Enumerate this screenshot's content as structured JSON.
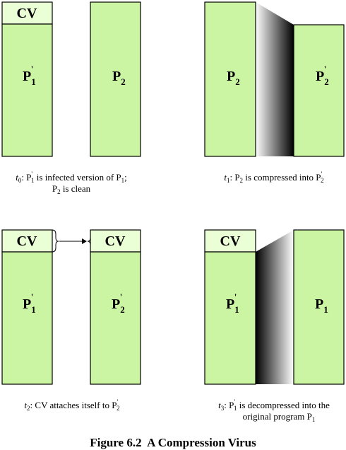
{
  "panels": {
    "t0": {
      "cv": "CV",
      "left_block": {
        "base": "P",
        "sub": "1",
        "prime": "'"
      },
      "right_block": {
        "base": "P",
        "sub": "2",
        "prime": ""
      },
      "caption_line1": {
        "t": "t",
        "tsub": "0",
        "rest_a": ": P",
        "rest_sup": "'",
        "rest_sub": "1",
        "rest_b": " is infected version of P",
        "rest_sub2": "1",
        "rest_c": ";"
      },
      "caption_line2": {
        "a": "P",
        "sub": "2",
        "b": " is clean"
      }
    },
    "t1": {
      "left_block": {
        "base": "P",
        "sub": "2",
        "prime": ""
      },
      "right_block": {
        "base": "P",
        "sub": "2",
        "prime": "'"
      },
      "caption_line1": {
        "t": "t",
        "tsub": "1",
        "rest_a": ": P",
        "rest_sub": "2",
        "rest_b": " is compressed into P",
        "rest_sup2": "'",
        "rest_sub2": "2"
      }
    },
    "t2": {
      "cv_left": "CV",
      "cv_right": "CV",
      "left_block": {
        "base": "P",
        "sub": "1",
        "prime": "'"
      },
      "right_block": {
        "base": "P",
        "sub": "2",
        "prime": "'"
      },
      "caption_line1": {
        "t": "t",
        "tsub": "2",
        "rest_a": ": CV attaches itself to P",
        "rest_sup": "'",
        "rest_sub": "2"
      }
    },
    "t3": {
      "cv": "CV",
      "left_block": {
        "base": "P",
        "sub": "1",
        "prime": "'"
      },
      "right_block": {
        "base": "P",
        "sub": "1",
        "prime": ""
      },
      "caption_line1": {
        "t": "t",
        "tsub": "3",
        "rest_a": ": P",
        "rest_sup": "'",
        "rest_sub": "1",
        "rest_b": " is decompressed into the"
      },
      "caption_line2": {
        "a": "original program P",
        "sub": "1"
      }
    }
  },
  "figure_caption": "Figure 6.2  A Compression Virus",
  "colors": {
    "block_fill": "#ccf5a3",
    "cv_fill": "#ebffd6",
    "stroke": "#000000"
  }
}
